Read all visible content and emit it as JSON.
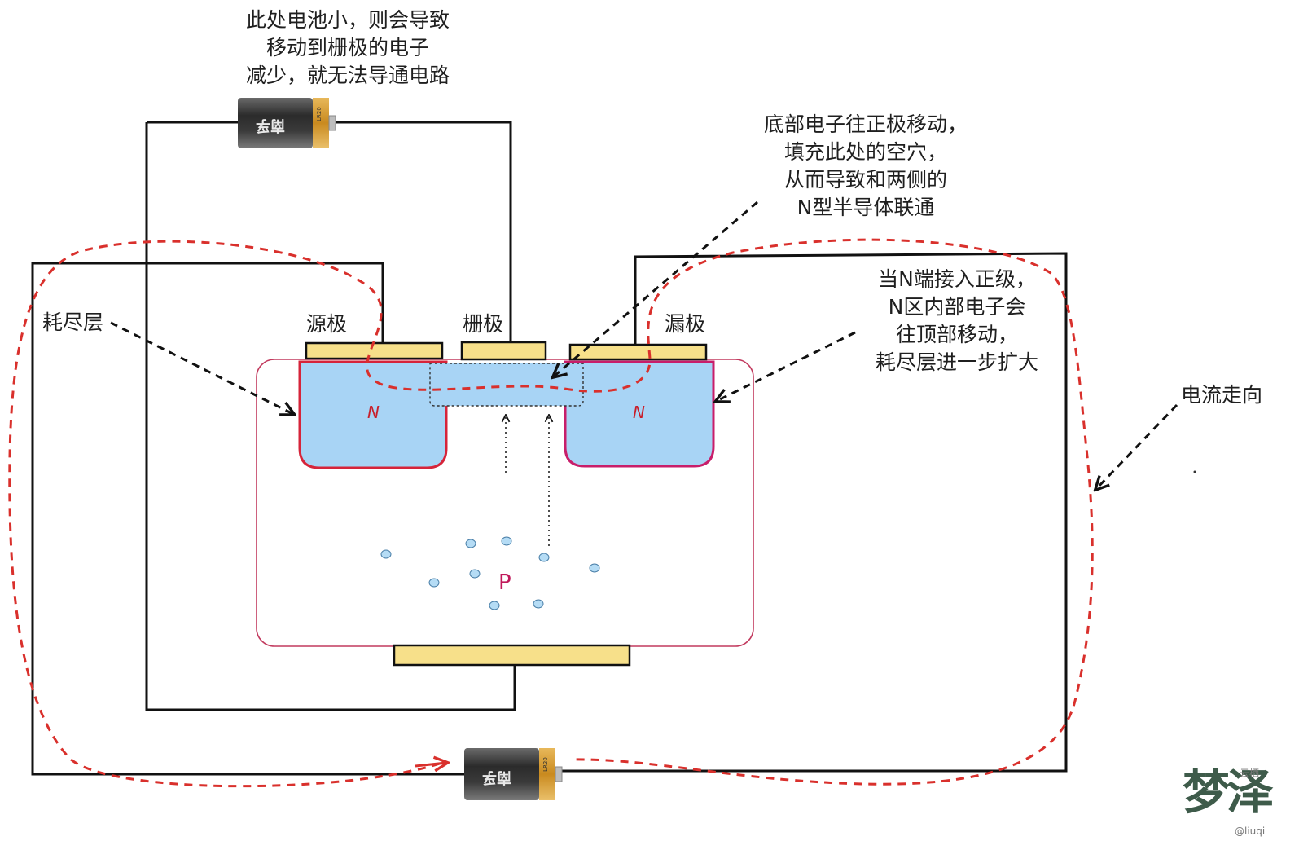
{
  "annotations": {
    "top_battery_note": [
      "此处电池小，则会导致",
      "移动到栅极的电子",
      "减少，就无法导通电路"
    ],
    "channel_note": [
      "底部电子往正极移动，",
      "填充此处的空穴，",
      "从而导致和两侧的",
      "N型半导体联通"
    ],
    "drain_note": [
      "当N端接入正级，",
      "N区内部电子会",
      "往顶部移动，",
      "耗尽层进一步扩大"
    ]
  },
  "labels": {
    "depletion_layer": "耗尽层",
    "source": "源极",
    "gate": "栅极",
    "drain": "漏极",
    "current_direction": "电流走向",
    "n_left": "N",
    "n_right": "N",
    "p_region": "P"
  },
  "battery": {
    "brand": "南孚",
    "model": "LR20"
  },
  "watermark": {
    "logo": "梦泽",
    "tag": "云栖",
    "handle": "@liuqi"
  },
  "colors": {
    "wire": "#111111",
    "current_path": "#d9302c",
    "n_region_fill": "#a8d4f5",
    "n_region_border": "#d6243a",
    "substrate_border": "#c23a5e",
    "electrode": "#f7e08a",
    "electron": "#b5dcf5"
  }
}
